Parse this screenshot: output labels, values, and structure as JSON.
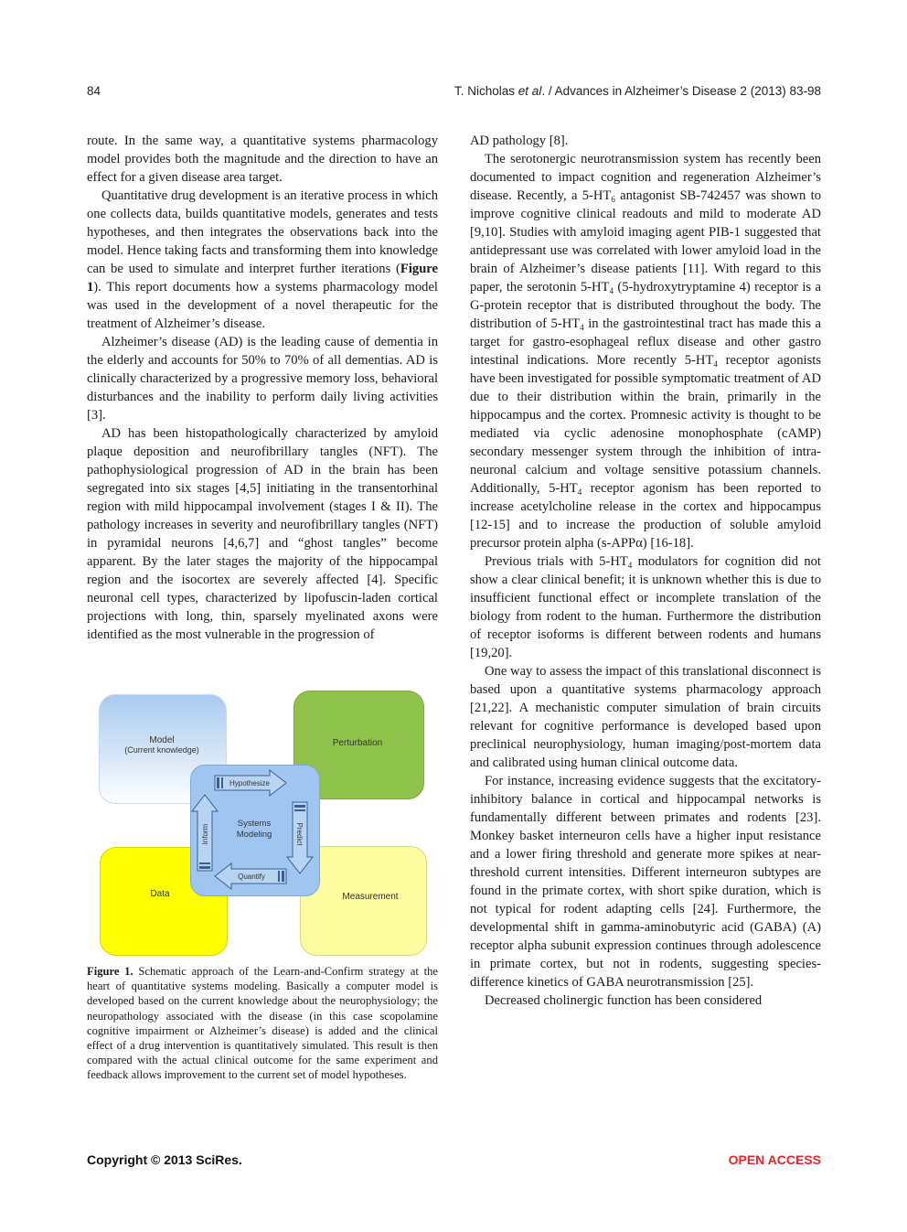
{
  "header": {
    "page_number": "84",
    "author": "T. Nicholas ",
    "et_al": "et al",
    "journal": ". / Advances in Alzheimer’s Disease 2 (2013) 83-98"
  },
  "left_column": {
    "p1": "route. In the same way, a quantitative systems pharmacology model provides both the magnitude and the direction to have an effect for a given disease area target.",
    "p2_a": "Quantitative drug development is an iterative process in which one collects data, builds quantitative models, generates and tests hypotheses, and then integrates the observations back into the model. Hence taking facts and transforming them into knowledge can be used to simulate and interpret further iterations (",
    "p2_fig": "Figure 1",
    "p2_b": "). This report documents how a systems pharmacology model was used in the development of a novel therapeutic for the treatment of Alzheimer’s disease.",
    "p3": "Alzheimer’s disease (AD) is the leading cause of dementia in the elderly and accounts for 50% to 70% of all dementias. AD is clinically characterized by a progressive memory loss, behavioral disturbances and the inability to perform daily living activities [3].",
    "p4": "AD has been histopathologically characterized by amyloid plaque deposition and neurofibrillary tangles (NFT). The pathophysiological progression of AD in the brain has been segregated into six stages [4,5] initiating in the transentorhinal region with mild hippocampal involvement (stages I & II). The pathology increases in severity and neurofibrillary tangles (NFT) in pyramidal neurons [4,6,7] and “ghost tangles” become apparent. By the later stages the majority of the hippocampal region and the isocortex are severely affected [4]. Specific neuronal cell types, characterized by lipofuscin-laden cortical projections with long, thin, sparsely myelinated axons were identified as the most vulnerable in the progression of"
  },
  "figure": {
    "model_label": "Model",
    "model_sublabel": "(Current knowledge)",
    "perturbation_label": "Perturbation",
    "data_label": "Data",
    "measurement_label": "Measurement",
    "center_label_1": "Systems",
    "center_label_2": "Modeling",
    "hypothesize_label": "Hypothesize",
    "predict_label": "Predict",
    "quantify_label": "Quantify",
    "inform_label": "Inform",
    "colors": {
      "model": "#bcd7f2",
      "perturbation": "#8fc24a",
      "data": "#ffff00",
      "measurement": "#fbfca0",
      "center": "#9fc6f0"
    }
  },
  "caption": {
    "label": "Figure 1.",
    "text": " Schematic approach of the Learn-and-Confirm strategy at the heart of quantitative systems modeling. Basically a computer model is developed based on the current knowledge about the neurophysiology; the neuropathology associated with the disease (in this case scopolamine cognitive impairment or Alzheimer’s disease) is added and the clinical effect of a drug intervention is quantitatively simulated. This result is then compared with the actual clinical outcome for the same experiment and feedback allows improvement to the current set of model hypotheses."
  },
  "right_column": {
    "p1": "AD pathology [8].",
    "p2_a": "The serotonergic neurotransmission system has recently been documented to impact cognition and regeneration Alzheimer’s disease. Recently, a 5-HT",
    "p2_sub1": "6",
    "p2_b": " antagonist SB-742457 was shown to improve cognitive clinical readouts and mild to moderate AD [9,10]. Studies with amyloid imaging agent PIB-1 suggested that antidepressant use was correlated with lower amyloid load in the brain of Alzheimer’s disease patients [11]. With regard to this paper, the serotonin 5-HT",
    "p2_sub2": "4",
    "p2_c": " (5-hydroxytryptamine 4) receptor is a G-protein receptor that is distributed throughout the body. The distribution of 5-HT",
    "p2_sub3": "4",
    "p2_d": " in the gastrointestinal tract has made this a target for gastro-esophageal reflux disease and other gastro intestinal indications. More recently 5-HT",
    "p2_sub4": "4",
    "p2_e": " receptor agonists have been investigated for possible symptomatic treatment of AD due to their distribution within the brain, primarily in the hippocampus and the cortex. Promnesic activity is thought to be mediated via cyclic adenosine monophosphate (cAMP) secondary messenger system through the inhibition of intra-neuronal calcium and voltage sensitive potassium channels. Additionally, 5-HT",
    "p2_sub5": "4",
    "p2_f": " receptor agonism has been reported to increase acetylcholine release in the cortex and hippocampus [12-15] and to increase the production of soluble amyloid precursor protein alpha (s-APPα) [16-18].",
    "p3_a": "Previous trials with 5-HT",
    "p3_sub": "4",
    "p3_b": " modulators for cognition did not show a clear clinical benefit; it is unknown whether this is due to insufficient functional effect or incomplete translation of the biology from rodent to the human. Furthermore the distribution of receptor isoforms is different between rodents and humans [19,20].",
    "p4": "One way to assess the impact of this translational disconnect is based upon a quantitative systems pharmacology approach [21,22]. A mechanistic computer simulation of brain circuits relevant for cognitive performance is developed based upon preclinical neurophysiology, human imaging/post-mortem data and calibrated using human clinical outcome data.",
    "p5": "For instance, increasing evidence suggests that the excitatory-inhibitory balance in cortical and hippocampal networks is fundamentally different between primates and rodents [23]. Monkey basket interneuron cells have a higher input resistance and a lower firing threshold and generate more spikes at near-threshold current intensities. Different interneuron subtypes are found in the primate cortex, with short spike duration, which is not typical for rodent adapting cells [24]. Furthermore, the developmental shift in gamma-aminobutyric acid (GABA) (A) receptor alpha subunit expression continues through adolescence in primate cortex, but not in rodents, suggesting species-difference kinetics of GABA neurotransmission [25].",
    "p6": "Decreased cholinergic function has been considered"
  },
  "footer": {
    "copyright": "Copyright © 2013 SciRes.",
    "open_access": "OPEN ACCESS"
  }
}
